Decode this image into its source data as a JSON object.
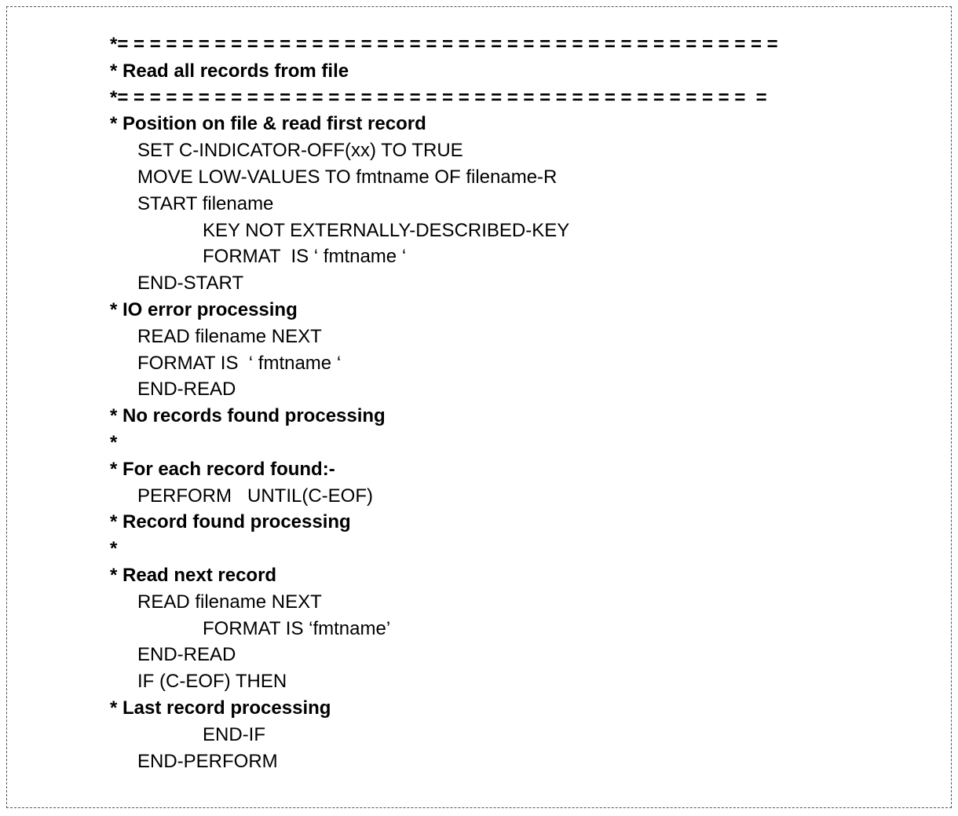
{
  "lines": [
    {
      "text": "*= = = = = = = = = = = = = = = = = = = = = = = = = = = = = = = = = = = = = = = = =",
      "kind": "c",
      "indent": 0
    },
    {
      "text": "* Read all records from file",
      "kind": "c",
      "indent": 0
    },
    {
      "text": "*= = = = = = = = = = = = = = = = = = = = = = = = = = = = = = = = = = = = = = =  =",
      "kind": "c",
      "indent": 0
    },
    {
      "text": "* Position on file & read first record",
      "kind": "c",
      "indent": 0
    },
    {
      "text": "SET C-INDICATOR-OFF(xx) TO TRUE",
      "kind": "n",
      "indent": 1
    },
    {
      "text": "MOVE LOW-VALUES TO fmtname OF filename-R",
      "kind": "n",
      "indent": 1
    },
    {
      "text": "START filename",
      "kind": "n",
      "indent": 1
    },
    {
      "text": "KEY NOT EXTERNALLY-DESCRIBED-KEY",
      "kind": "n",
      "indent": 2
    },
    {
      "text": "FORMAT  IS ‘ fmtname ‘",
      "kind": "n",
      "indent": 2
    },
    {
      "text": "END-START",
      "kind": "n",
      "indent": 1
    },
    {
      "text": "* IO error processing",
      "kind": "c",
      "indent": 0
    },
    {
      "text": "READ filename NEXT",
      "kind": "n",
      "indent": 1
    },
    {
      "text": "FORMAT IS  ‘ fmtname ‘",
      "kind": "n",
      "indent": 1
    },
    {
      "text": "END-READ",
      "kind": "n",
      "indent": 1
    },
    {
      "text": "* No records found processing",
      "kind": "c",
      "indent": 0
    },
    {
      "text": "*",
      "kind": "c",
      "indent": 0
    },
    {
      "text": "* For each record found:-",
      "kind": "c",
      "indent": 0
    },
    {
      "text": "PERFORM   UNTIL(C-EOF)",
      "kind": "n",
      "indent": 1
    },
    {
      "text": "* Record found processing",
      "kind": "c",
      "indent": 0
    },
    {
      "text": "*",
      "kind": "c",
      "indent": 0
    },
    {
      "text": "* Read next record",
      "kind": "c",
      "indent": 0
    },
    {
      "text": "READ filename NEXT",
      "kind": "n",
      "indent": 1
    },
    {
      "text": "FORMAT IS ‘fmtname’",
      "kind": "n",
      "indent": 2
    },
    {
      "text": "END-READ",
      "kind": "n",
      "indent": 1
    },
    {
      "text": "IF (C-EOF) THEN",
      "kind": "n",
      "indent": 1
    },
    {
      "text": "* Last record processing",
      "kind": "c",
      "indent": 0
    },
    {
      "text": "END-IF",
      "kind": "n",
      "indent": 2
    },
    {
      "text": "END-PERFORM",
      "kind": "n",
      "indent": 1
    }
  ]
}
